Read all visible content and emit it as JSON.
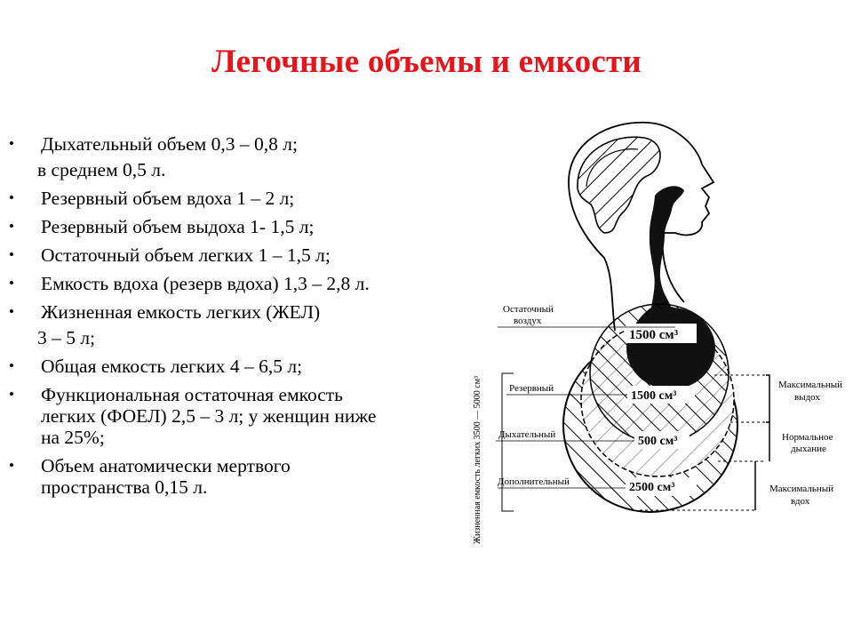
{
  "slide": {
    "title": "Легочные объемы и емкости"
  },
  "bullets": [
    {
      "text": "Дыхательный объем 0,3 – 0,8 л;",
      "bullet": true
    },
    {
      "text": "в среднем 0,5 л.",
      "bullet": false
    },
    {
      "text": "Резервный объем вдоха 1 – 2 л;",
      "bullet": true
    },
    {
      "text": "Резервный объем выдоха 1- 1,5 л;",
      "bullet": true
    },
    {
      "text": "Остаточный объем легких 1 – 1,5 л;",
      "bullet": true
    },
    {
      "text": "Емкость вдоха (резерв вдоха) 1,3 – 2,8 л.",
      "bullet": true
    },
    {
      "text": "Жизненная емкость легких  (ЖЕЛ)",
      "bullet": true
    },
    {
      "text": "3 – 5 л;",
      "bullet": false
    },
    {
      "text": "Общая емкость легких 4 – 6,5 л;",
      "bullet": true
    },
    {
      "text": "Функциональная остаточная емкость",
      "bullet": true
    },
    {
      "text": "легких (ФОЕЛ) 2,5 – 3 л; у женщин ниже",
      "bullet": false
    },
    {
      "text": "на 25%;",
      "bullet": false
    },
    {
      "text": "Объем анатомически мертвого",
      "bullet": true
    },
    {
      "text": "пространства 0,15 л.",
      "bullet": false
    }
  ],
  "diagram": {
    "vertical_label": "Жизненная емкость легких 3500 — 5000 см³",
    "left_labels": {
      "residual_line1": "Остаточный",
      "residual_line2": "воздух",
      "reserve": "Резервный",
      "tidal": "Дыхательный",
      "complementary": "Дополнительный"
    },
    "volumes": {
      "residual": "1500 см³",
      "reserve": "1500 см³",
      "tidal": "500 см³",
      "complementary": "2500 см³"
    },
    "right_labels": {
      "max_exhale_1": "Максимальный",
      "max_exhale_2": "выдох",
      "normal_1": "Нормальное",
      "normal_2": "дыхание",
      "max_inhale_1": "Максимальный",
      "max_inhale_2": "вдох"
    }
  }
}
